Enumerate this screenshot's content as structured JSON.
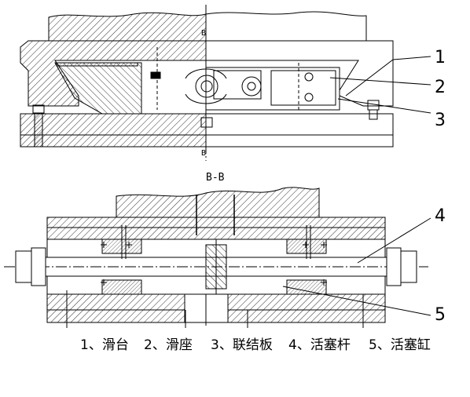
{
  "section_marks": {
    "top": "B",
    "bottom": "B",
    "section_title": "B-B"
  },
  "callouts": [
    "1",
    "2",
    "3",
    "4",
    "5"
  ],
  "legend": [
    "1、滑台",
    "2、滑座",
    "3、联结板",
    "4、活塞杆",
    "5、活塞缸"
  ],
  "colors": {
    "line": "#000000",
    "background": "#ffffff"
  }
}
